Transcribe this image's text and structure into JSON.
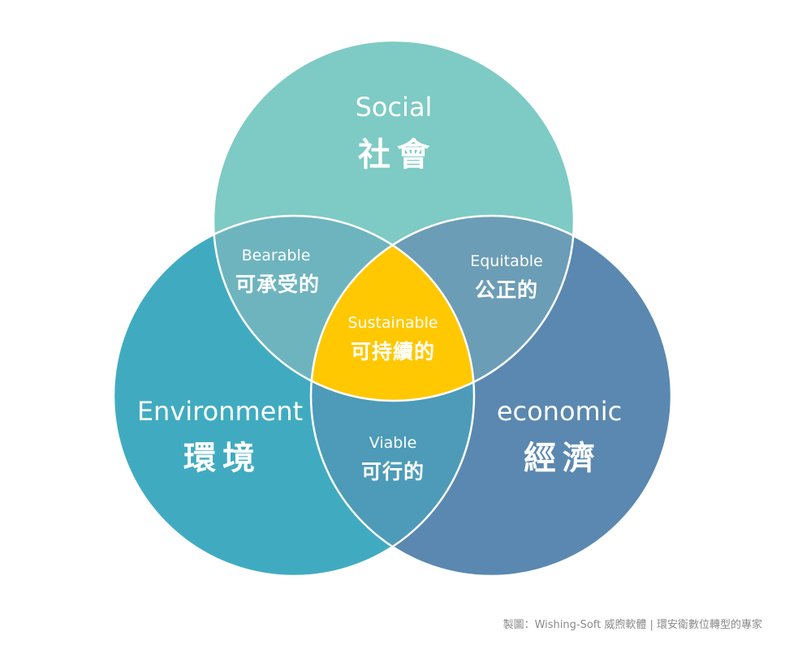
{
  "colors": {
    "social": "#7ecac4",
    "environment": "#40abc0",
    "economic": "#5a88b0",
    "bearable": "#6eb4be",
    "equitable": "#6c9db6",
    "viable": "#4d9bb8",
    "sustainable": "#ffc800",
    "outline": "#ffffff",
    "credit_text": "#8a8a8a"
  },
  "circles": {
    "social": {
      "en": "Social",
      "zh": "社會"
    },
    "environment": {
      "en": "Environment",
      "zh": "環境"
    },
    "economic": {
      "en": "economic",
      "zh": "經濟"
    }
  },
  "overlaps": {
    "bearable": {
      "en": "Bearable",
      "zh": "可承受的"
    },
    "equitable": {
      "en": "Equitable",
      "zh": "公正的"
    },
    "viable": {
      "en": "Viable",
      "zh": "可行的"
    },
    "sustainable": {
      "en": "Sustainable",
      "zh": "可持續的"
    }
  },
  "credit": "製圖：Wishing-Soft 威煦軟體 | 環安衛數位轉型的專家"
}
